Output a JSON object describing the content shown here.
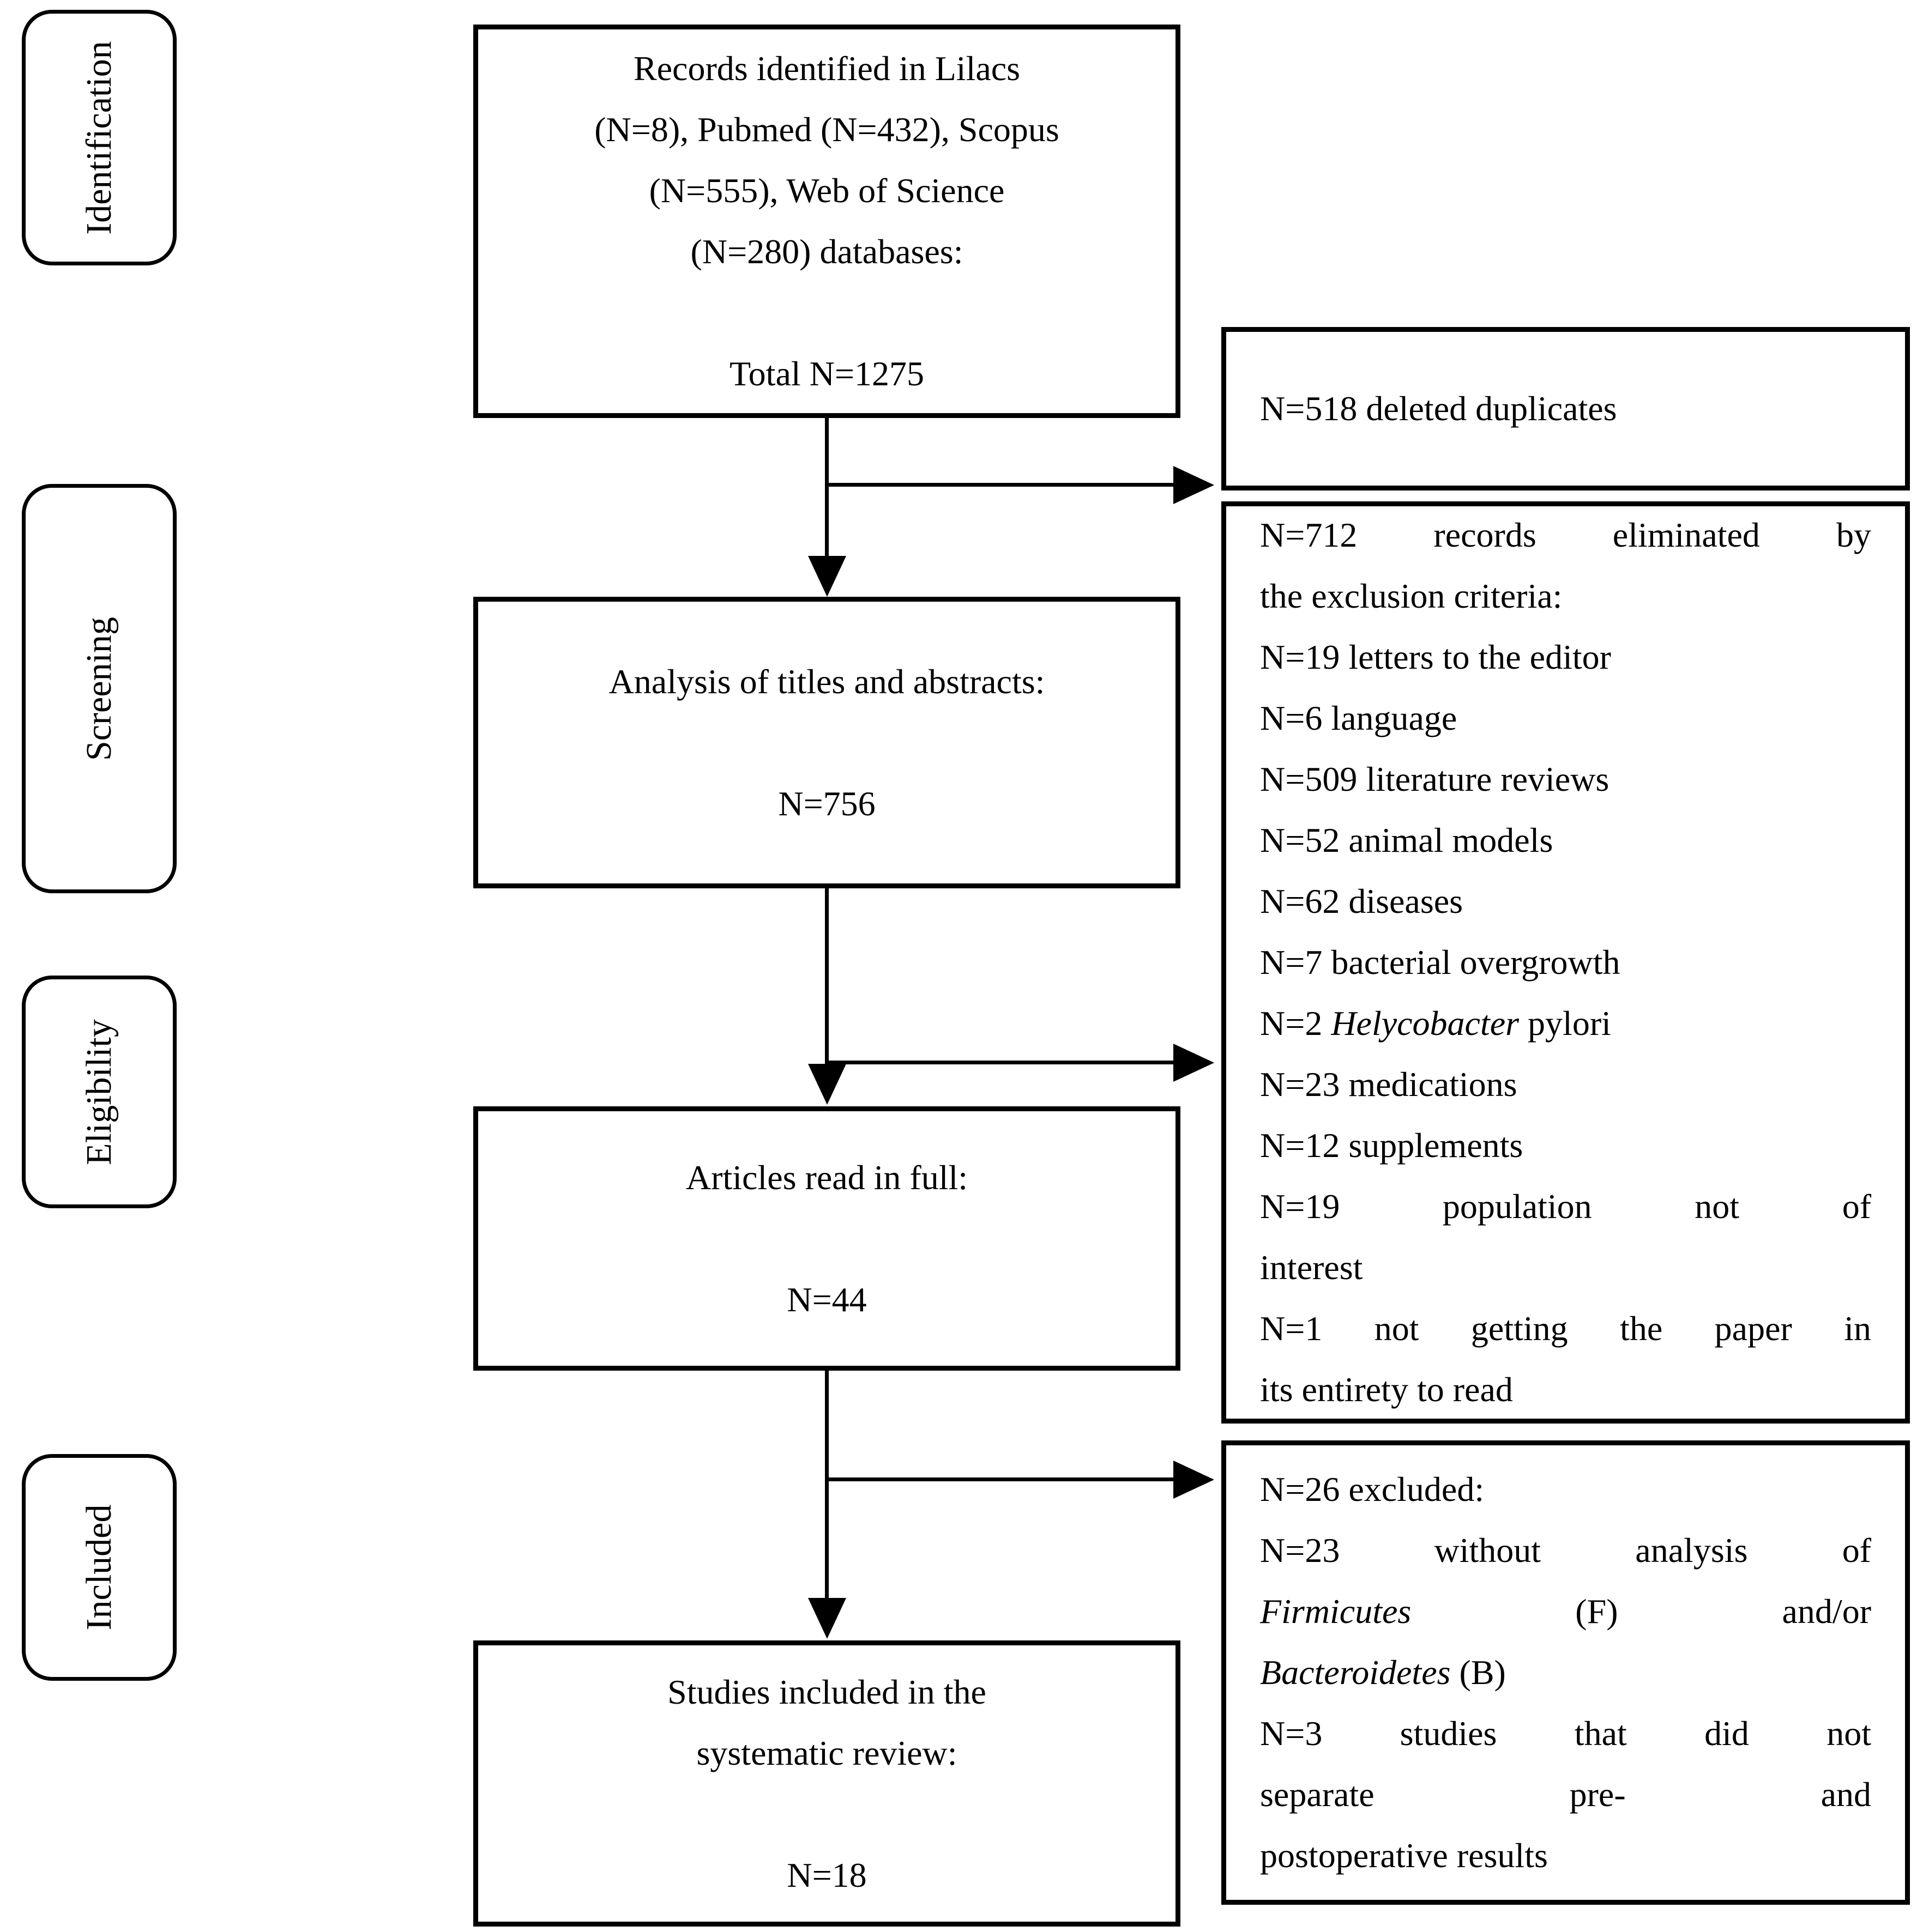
{
  "colors": {
    "background": "#ffffff",
    "line": "#000000",
    "text": "#000000"
  },
  "stages": [
    {
      "label": "Identification"
    },
    {
      "label": "Screening"
    },
    {
      "label": "Eligibility"
    },
    {
      "label": "Included"
    }
  ],
  "main_flow": [
    {
      "id": "records-identified",
      "lines": [
        {
          "t": "Records identified in Lilacs"
        },
        {
          "t": "(N=8), Pubmed (N=432), Scopus"
        },
        {
          "t": "(N=555), Web of Science"
        },
        {
          "t": "(N=280) databases:"
        },
        {
          "t": ""
        },
        {
          "t": "Total N=1275"
        }
      ]
    },
    {
      "id": "titles-abstracts",
      "lines": [
        {
          "t": "Analysis of titles and abstracts:"
        },
        {
          "t": ""
        },
        {
          "t": "N=756"
        }
      ]
    },
    {
      "id": "articles-read-full",
      "lines": [
        {
          "t": "Articles read in full:"
        },
        {
          "t": ""
        },
        {
          "t": "N=44"
        }
      ]
    },
    {
      "id": "included-studies",
      "lines": [
        {
          "t": "Studies included in the"
        },
        {
          "t": "systematic review:"
        },
        {
          "t": ""
        },
        {
          "t": "N=18"
        }
      ]
    }
  ],
  "exclusion_boxes": [
    {
      "id": "deleted-duplicates",
      "lines": [
        {
          "t": "N=518 deleted duplicates"
        }
      ]
    },
    {
      "id": "exclusion-criteria",
      "lines": [
        {
          "t": "N=712 records eliminated by",
          "j": true
        },
        {
          "t": "the exclusion criteria:"
        },
        {
          "t": "N=19 letters to the editor"
        },
        {
          "t": "N=6 language"
        },
        {
          "t": "N=509 literature reviews"
        },
        {
          "t": "N=52 animal models"
        },
        {
          "t": "N=62 diseases"
        },
        {
          "t": "N=7 bacterial overgrowth"
        },
        {
          "t": "N=2 *Helycobacter* pylori"
        },
        {
          "t": "N=23 medications"
        },
        {
          "t": "N=12 supplements"
        },
        {
          "t": "N=19 population not of",
          "j": true
        },
        {
          "t": "interest"
        },
        {
          "t": "N=1 not getting the paper in",
          "j": true
        },
        {
          "t": "its entirety to read"
        }
      ]
    },
    {
      "id": "full-text-excluded",
      "lines": [
        {
          "t": "N=26 excluded:"
        },
        {
          "t": "N=23 without analysis of",
          "j": true
        },
        {
          "t": "*Firmicutes* (F) and/or",
          "j": true
        },
        {
          "t": "*Bacteroidetes* (B)"
        },
        {
          "t": "N=3 studies that did not",
          "j": true
        },
        {
          "t": "separate pre- and",
          "j": true
        },
        {
          "t": "postoperative results"
        }
      ]
    }
  ]
}
